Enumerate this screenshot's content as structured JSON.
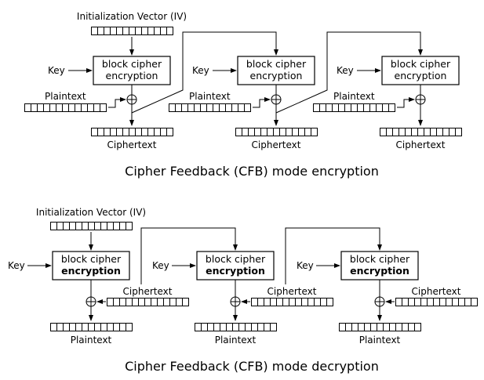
{
  "encryption": {
    "caption": "Cipher Feedback (CFB) mode encryption",
    "iv_label": "Initialization Vector (IV)",
    "stages": [
      {
        "key_label": "Key",
        "box_line1": "block cipher",
        "box_line2": "encryption",
        "input_label": "Plaintext",
        "output_label": "Ciphertext"
      },
      {
        "key_label": "Key",
        "box_line1": "block cipher",
        "box_line2": "encryption",
        "input_label": "Plaintext",
        "output_label": "Ciphertext"
      },
      {
        "key_label": "Key",
        "box_line1": "block cipher",
        "box_line2": "encryption",
        "input_label": "Plaintext",
        "output_label": "Ciphertext"
      }
    ]
  },
  "decryption": {
    "caption": "Cipher Feedback (CFB) mode decryption",
    "iv_label": "Initialization Vector (IV)",
    "stages": [
      {
        "key_label": "Key",
        "box_line1": "block cipher",
        "box_line2": "encryption",
        "input_label": "Ciphertext",
        "output_label": "Plaintext"
      },
      {
        "key_label": "Key",
        "box_line1": "block cipher",
        "box_line2": "encryption",
        "input_label": "Ciphertext",
        "output_label": "Plaintext"
      },
      {
        "key_label": "Key",
        "box_line1": "block cipher",
        "box_line2": "encryption",
        "input_label": "Ciphertext",
        "output_label": "Plaintext"
      }
    ]
  },
  "register_cells": 13
}
